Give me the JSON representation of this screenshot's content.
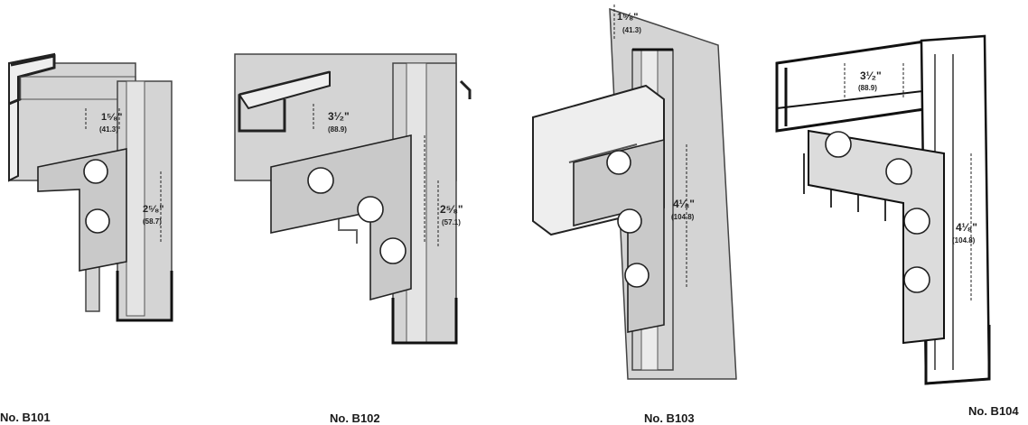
{
  "brackets": [
    {
      "caption": "No. B101",
      "width_dim": "1⁵⁄₈\"",
      "width_mm": "(41.3)",
      "height_dim": "2⁵⁄₈\"",
      "height_mm": "(58.7)"
    },
    {
      "caption": "No. B102",
      "width_dim": "3¹⁄₂\"",
      "width_mm": "(88.9)",
      "height_dim": "2⁵⁄₈\"",
      "height_mm": "(57.1)"
    },
    {
      "caption": "No. B103",
      "width_dim": "1⁵⁄₈\"",
      "width_mm": "(41.3)",
      "height_dim": "4¹⁄₈\"",
      "height_mm": "(104.8)"
    },
    {
      "caption": "No. B104",
      "width_dim": "3¹⁄₂\"",
      "width_mm": "(88.9)",
      "height_dim": "4¹⁄₈\"",
      "height_mm": "(104.8)"
    }
  ]
}
